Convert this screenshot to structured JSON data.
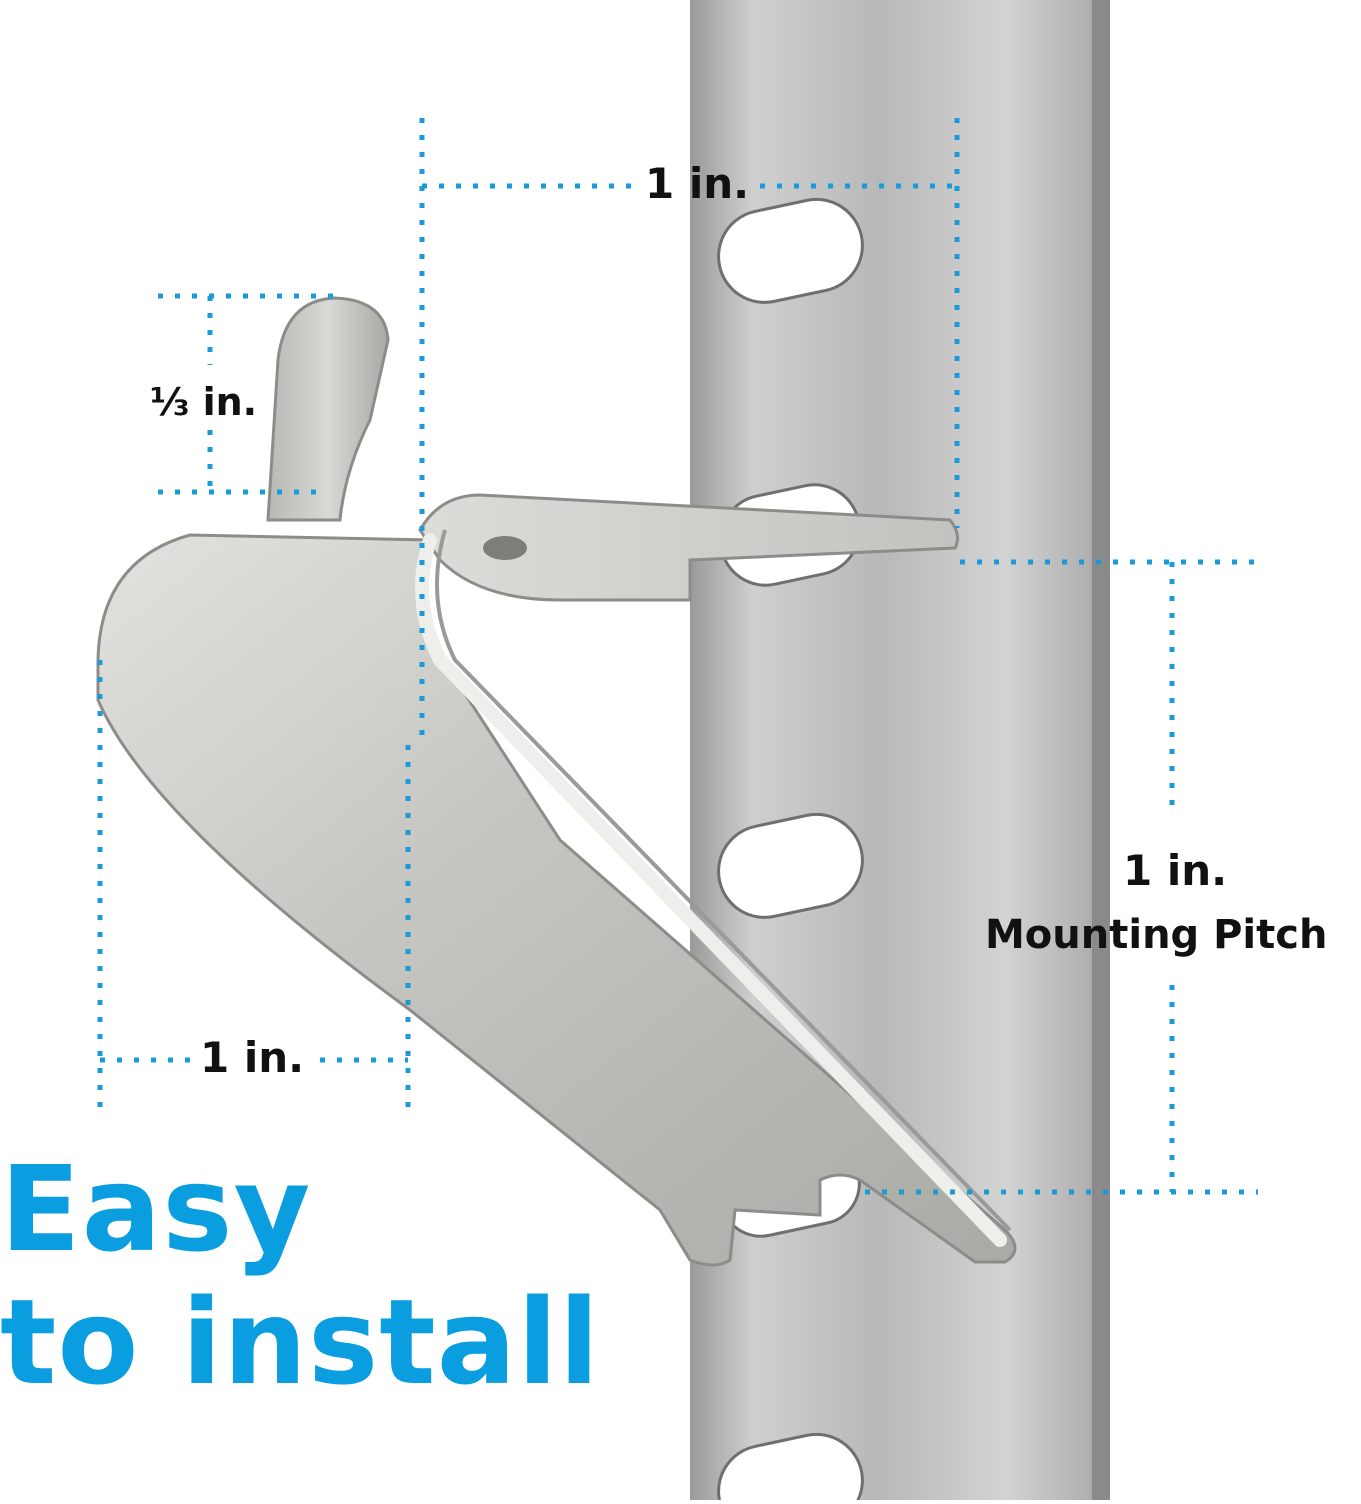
{
  "dimensions": {
    "top_width": "1 in.",
    "tab_height": "⅓ in.",
    "bottom_width": "1 in.",
    "pitch_value": "1 in.",
    "pitch_caption": "Mounting Pitch"
  },
  "headline": {
    "line_1": "Easy",
    "line_2": "to install"
  },
  "colors": {
    "accent": "#0a9ee0",
    "dim_line": "#1a9bd7",
    "steel": "#c7c7c7",
    "text": "#111111"
  }
}
